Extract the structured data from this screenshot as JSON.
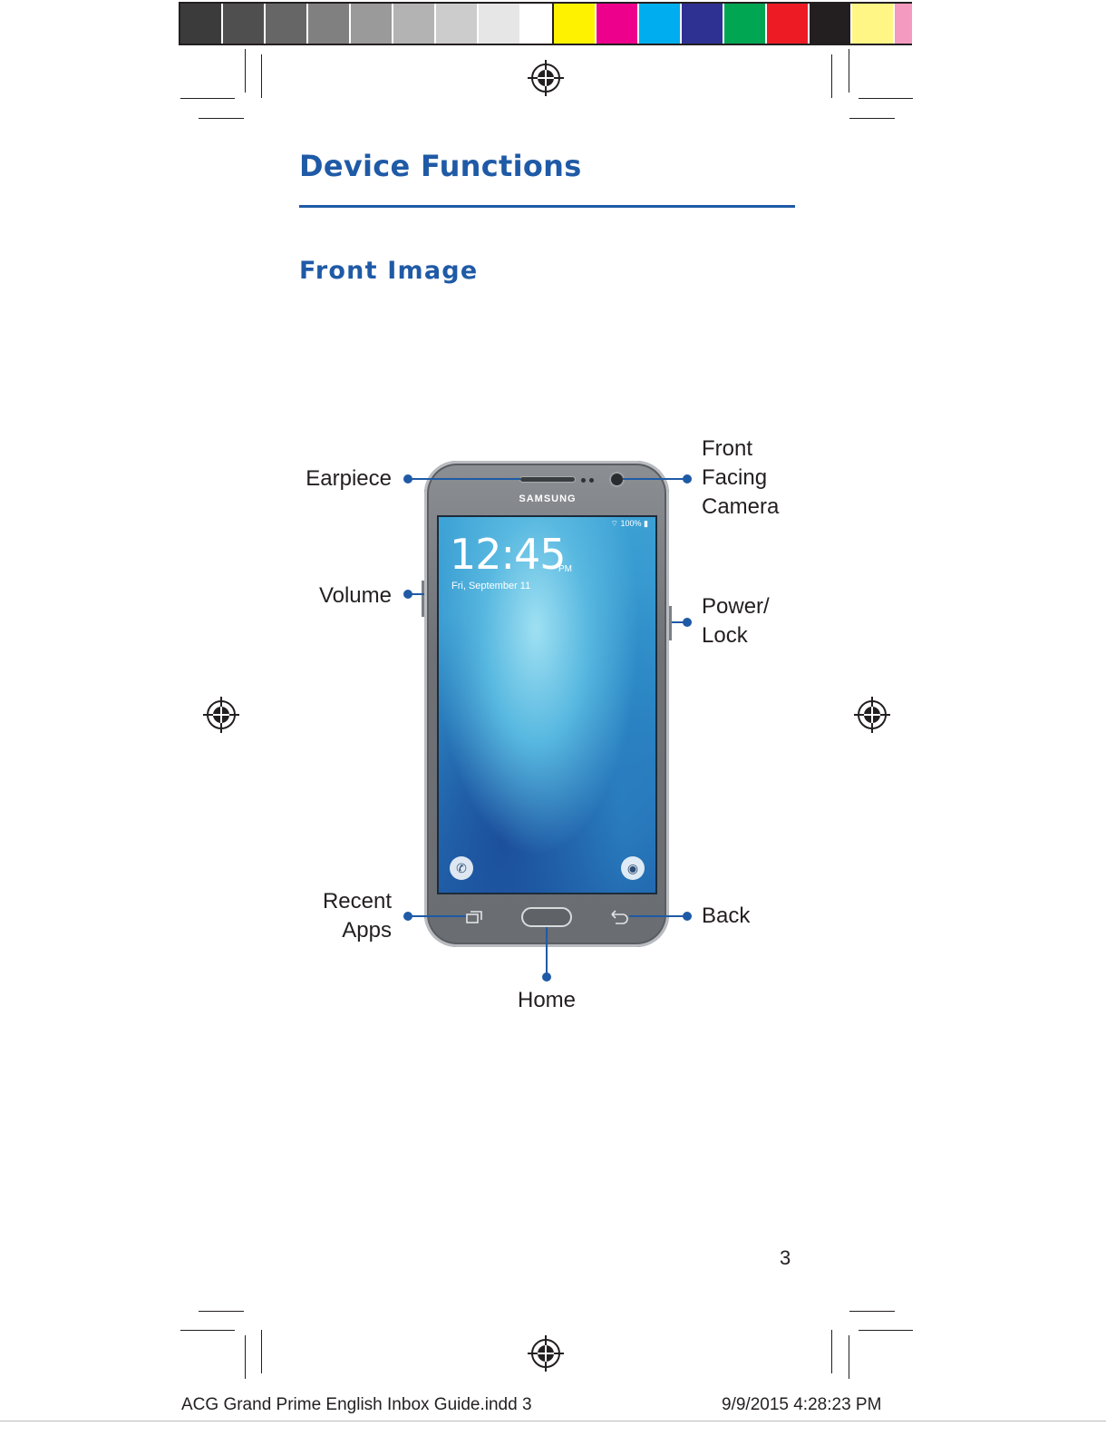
{
  "heading": {
    "title": "Device Functions",
    "subtitle": "Front Image"
  },
  "phone": {
    "brand": "SAMSUNG",
    "screen": {
      "status": "100%",
      "time": "12:45",
      "ampm": "PM",
      "date": "Fri, September 11",
      "left_shortcut_icon": "phone-icon",
      "right_shortcut_icon": "camera-icon"
    }
  },
  "labels": {
    "earpiece": "Earpiece",
    "front_camera": [
      "Front",
      "Facing",
      "Camera"
    ],
    "volume": "Volume",
    "power_lock": [
      "Power/",
      "Lock"
    ],
    "recent_apps": [
      "Recent",
      "Apps"
    ],
    "back": "Back",
    "home": "Home"
  },
  "page_number": "3",
  "slug": {
    "file": "ACG Grand Prime English Inbox Guide.indd   3",
    "timestamp": "9/9/2015   4:28:23 PM"
  },
  "colors": {
    "accent": "#1f5aa6",
    "grayscale_bar": [
      "#3b3b3b",
      "#4f4f4f",
      "#666666",
      "#808080",
      "#9a9a9a",
      "#b3b3b3",
      "#cccccc",
      "#e6e6e6",
      "#ffffff"
    ],
    "color_bar": [
      "#fff200",
      "#ec008c",
      "#00aeef",
      "#2e3192",
      "#00a651",
      "#ed1c24",
      "#231f20",
      "#fff685",
      "#f49ac1"
    ]
  }
}
